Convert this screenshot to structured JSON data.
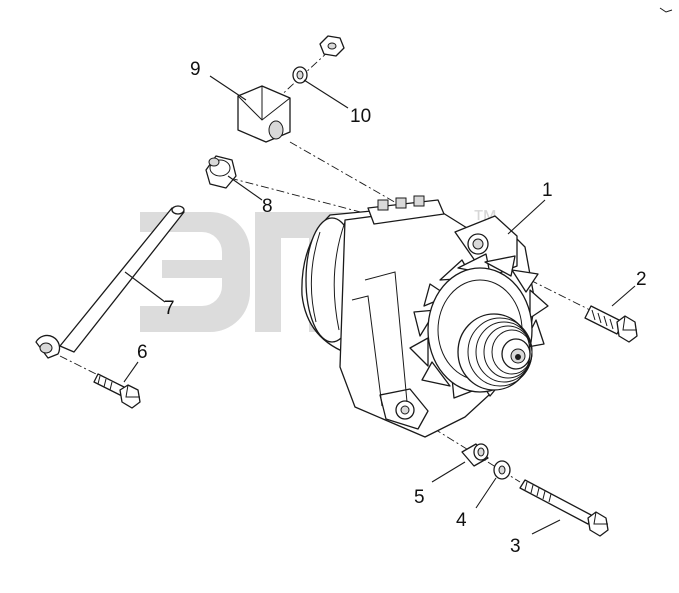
{
  "diagram": {
    "trademark": "™",
    "callouts": [
      {
        "id": "1",
        "label": "1"
      },
      {
        "id": "2",
        "label": "2"
      },
      {
        "id": "3",
        "label": "3"
      },
      {
        "id": "4",
        "label": "4"
      },
      {
        "id": "5",
        "label": "5"
      },
      {
        "id": "6",
        "label": "6"
      },
      {
        "id": "7",
        "label": "7"
      },
      {
        "id": "8",
        "label": "8"
      },
      {
        "id": "9",
        "label": "9"
      },
      {
        "id": "10",
        "label": "10"
      }
    ]
  },
  "colors": {
    "line": "#1a1a1a",
    "watermark": "#d6d6d6",
    "background": "#ffffff"
  }
}
